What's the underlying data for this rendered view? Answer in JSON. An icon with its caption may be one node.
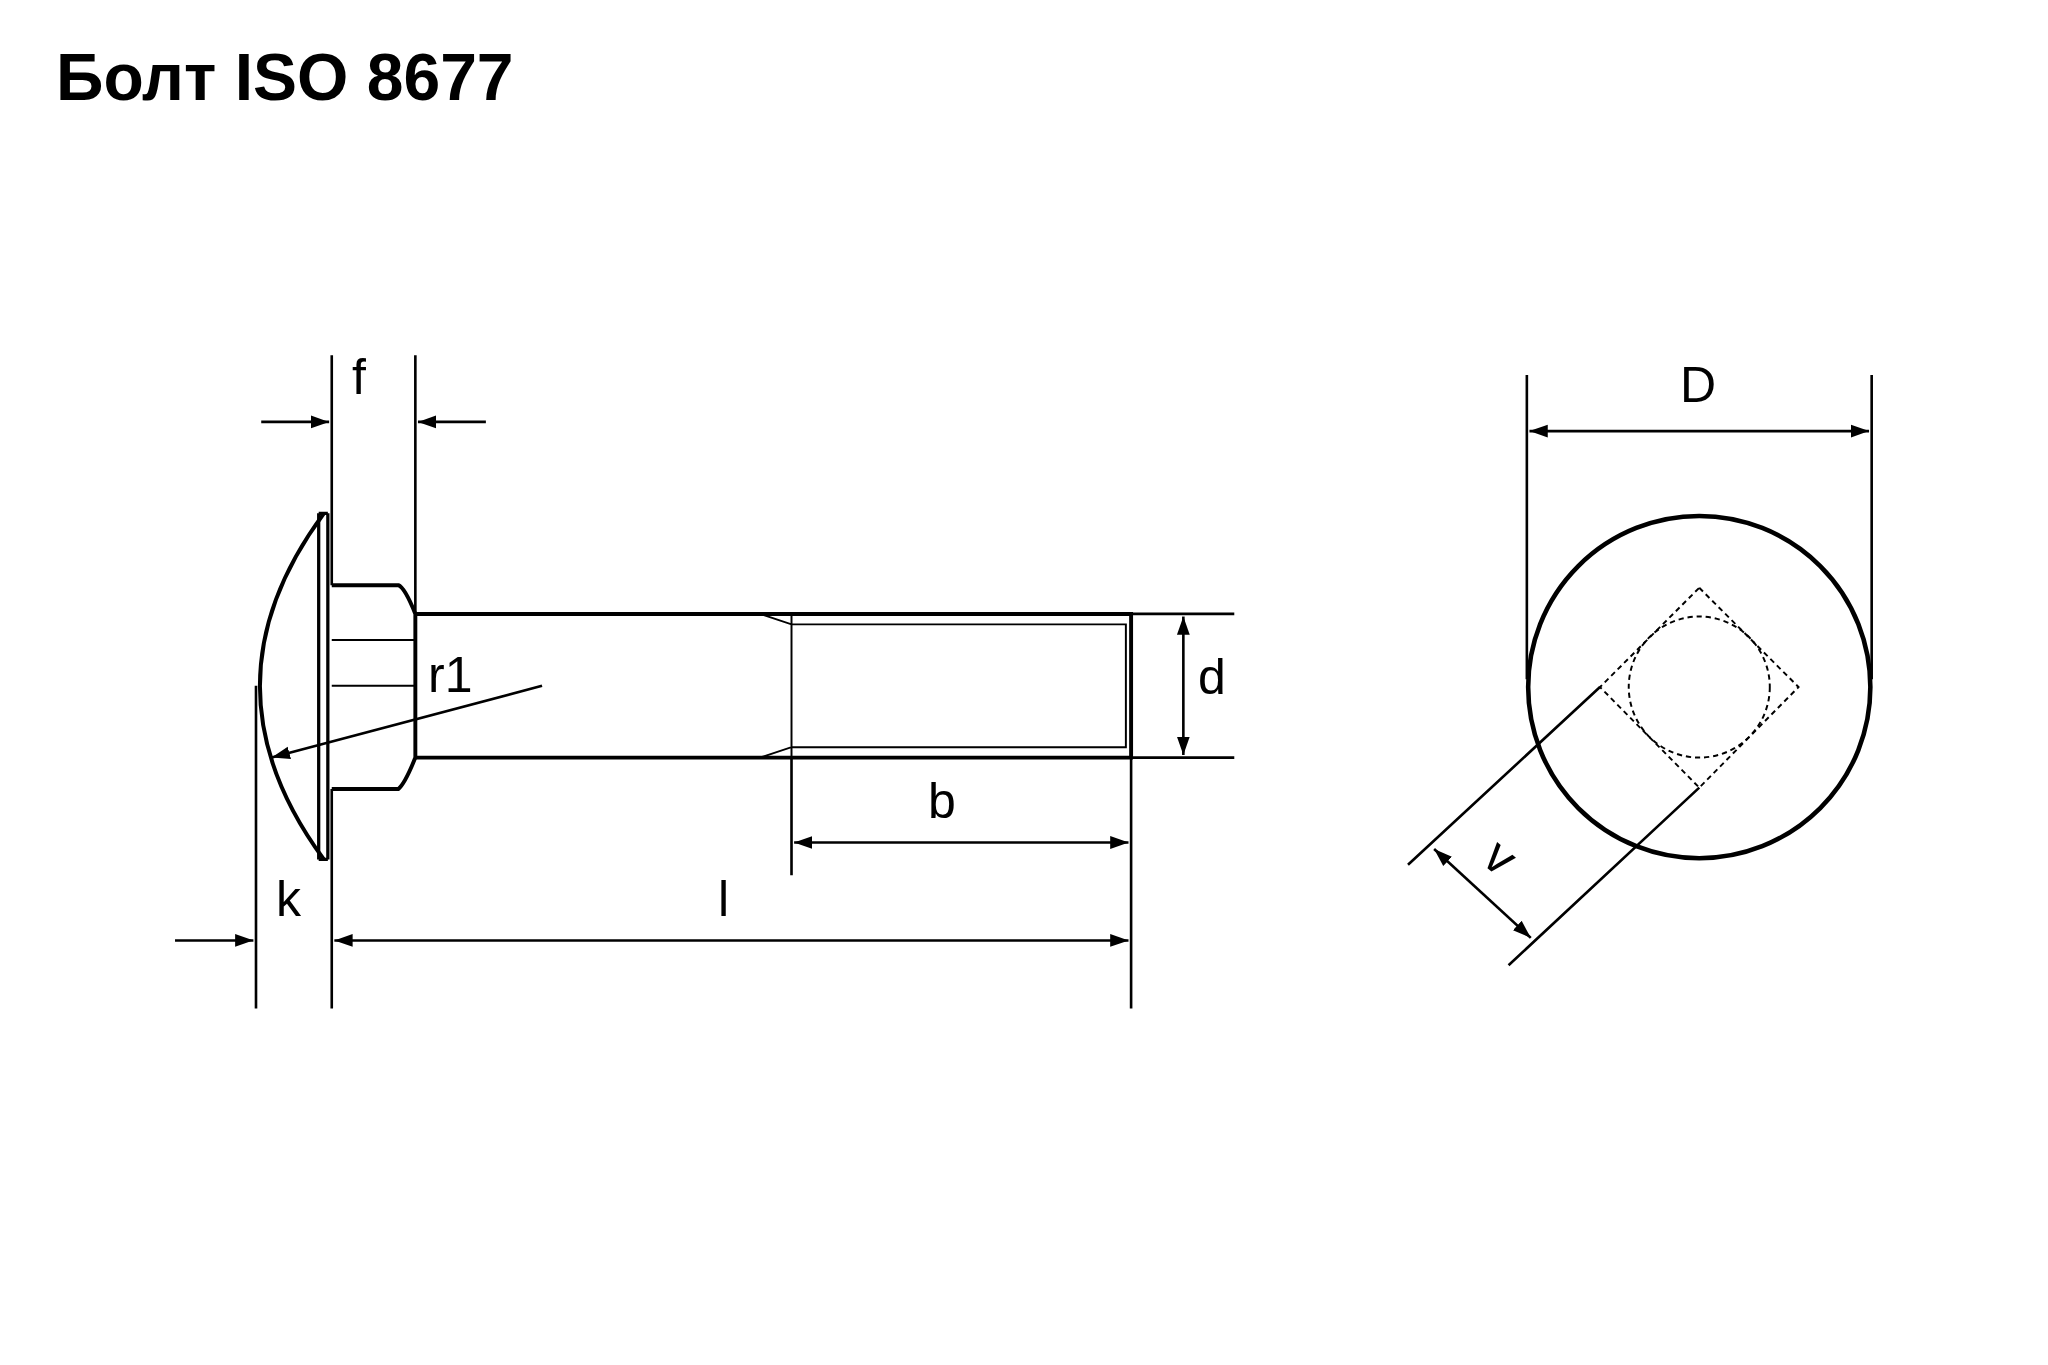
{
  "diagram": {
    "title": "Болт ISO 8677",
    "labels": [
      "f",
      "r1",
      "d",
      "b",
      "k",
      "l",
      "D",
      "v"
    ]
  }
}
